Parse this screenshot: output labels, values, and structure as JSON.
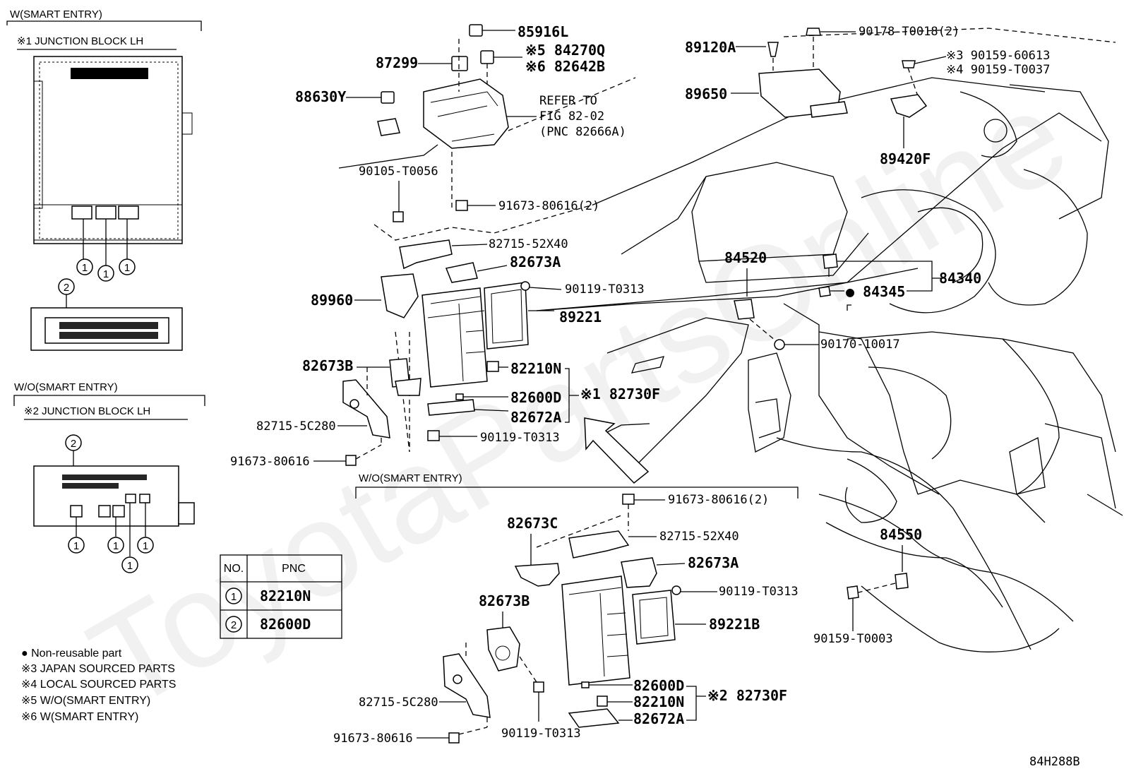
{
  "sections": {
    "w_smart_entry": "W(SMART ENTRY)",
    "junction_block_1": "※1 JUNCTION BLOCK LH",
    "wo_smart_entry": "W/O(SMART ENTRY)",
    "junction_block_2": "※2 JUNCTION BLOCK LH",
    "wo_smart_entry_lower": "W/O(SMART ENTRY)"
  },
  "callouts": {
    "c1": "1",
    "c2": "2"
  },
  "parts": {
    "p85916L": "85916L",
    "p87299": "87299",
    "p84270Q": "※5 84270Q",
    "p82642B": "※6 82642B",
    "p88630Y": "88630Y",
    "refer1": "REFER TO",
    "refer2": "FIG 82-02",
    "refer3": "(PNC 82666A)",
    "p90105": "90105-T0056",
    "p91673_2a": "91673-80616(2)",
    "p82715_52X40a": "82715-52X40",
    "p82673Aa": "82673A",
    "p89960": "89960",
    "p90119a": "90119-T0313",
    "p89221": "89221",
    "p82673Ba": "82673B",
    "p82210Na": "82210N",
    "p82600Da": "82600D",
    "p82672Aa": "82672A",
    "p82730Fa": "※1 82730F",
    "p82715_5C280a": "82715-5C280",
    "p90119b": "90119-T0313",
    "p91673a": "91673-80616",
    "p89120A": "89120A",
    "p90178": "90178-T0018(2)",
    "p90159_60613": "※3 90159-60613",
    "p90159_T0037": "※4 90159-T0037",
    "p89650": "89650",
    "p89420F": "89420F",
    "p84520": "84520",
    "p84340": "84340",
    "p84345": "● 84345",
    "p90170": "90170-10017",
    "p84550": "84550",
    "p90159_T0003": "90159-T0003",
    "p91673_2b": "91673-80616(2)",
    "p82673C": "82673C",
    "p82715_52X40b": "82715-52X40",
    "p82673Ab": "82673A",
    "p90119c": "90119-T0313",
    "p82673Bb": "82673B",
    "p89221B": "89221B",
    "p82600Db": "82600D",
    "p82210Nb": "82210N",
    "p82672Ab": "82672A",
    "p82730Fb": "※2 82730F",
    "p82715_5C280b": "82715-5C280",
    "p90119d": "90119-T0313",
    "p91673b": "91673-80616"
  },
  "pnc_table": {
    "header_no": "NO.",
    "header_pnc": "PNC",
    "rows": [
      {
        "no": "1",
        "pnc": "82210N"
      },
      {
        "no": "2",
        "pnc": "82600D"
      }
    ]
  },
  "legend": [
    "● Non-reusable part",
    "※3 JAPAN SOURCED PARTS",
    "※4 LOCAL SOURCED PARTS",
    "※5 W/O(SMART ENTRY)",
    "※6 W(SMART ENTRY)"
  ],
  "diagram_code": "84H288B",
  "watermark": "ToyotaPartsOnline"
}
